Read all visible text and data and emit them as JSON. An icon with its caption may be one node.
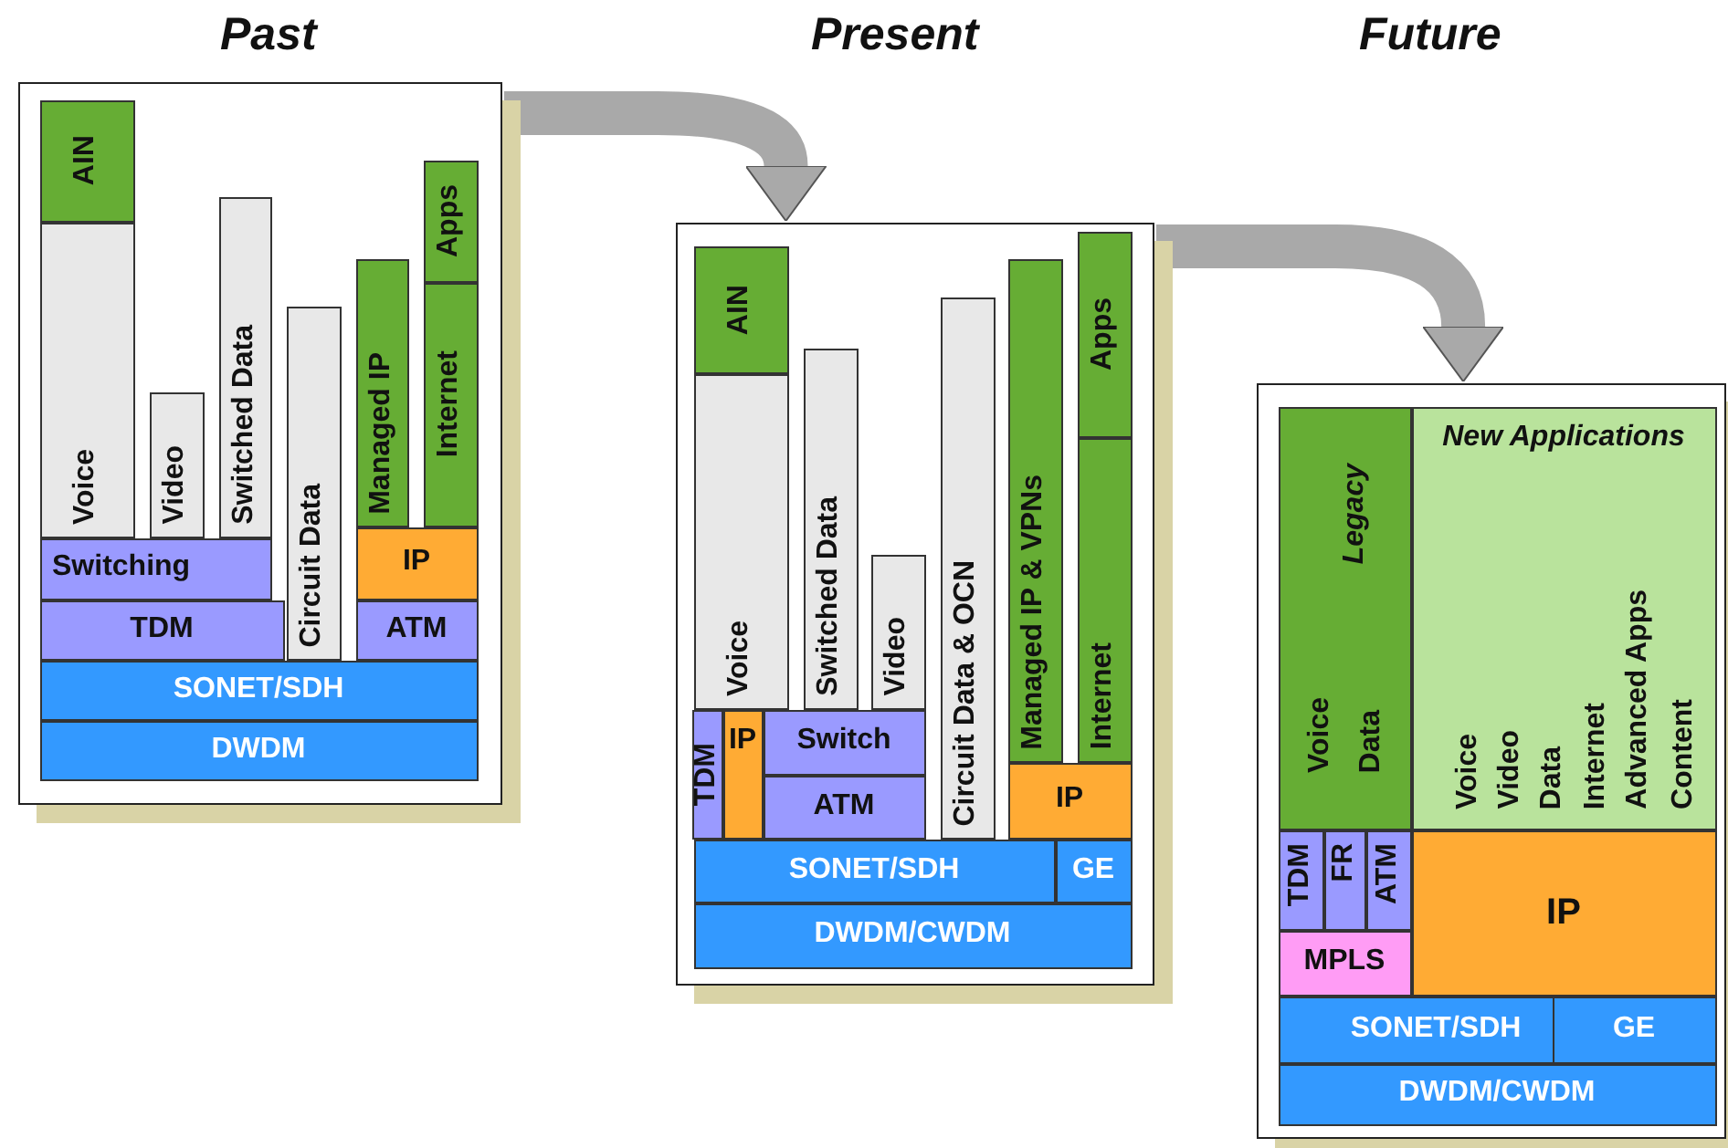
{
  "diagram": {
    "nodes": [
      {
        "text": [
          "Past"
        ]
      },
      {
        "text": [
          "AIN"
        ],
        "in": 0
      },
      {
        "text": [
          "Voice"
        ],
        "in": 0
      },
      {
        "text": [
          "Video"
        ],
        "in": 0
      },
      {
        "text": [
          "Switched Data"
        ],
        "in": 0
      },
      {
        "text": [
          "Circuit Data"
        ],
        "in": 0
      },
      {
        "text": [
          "Managed IP"
        ],
        "in": 0
      },
      {
        "text": [
          "Apps"
        ],
        "in": 0
      },
      {
        "text": [
          "Internet"
        ],
        "in": 0
      },
      {
        "text": [
          "Switching"
        ],
        "in": 0
      },
      {
        "text": [
          "IP"
        ],
        "in": 0
      },
      {
        "text": [
          "TDM"
        ],
        "in": 0
      },
      {
        "text": [
          "ATM"
        ],
        "in": 0
      },
      {
        "text": [
          "SONET/SDH"
        ],
        "in": 0
      },
      {
        "text": [
          "DWDM"
        ],
        "in": 0
      },
      {
        "text": [
          "Present"
        ]
      },
      {
        "text": [
          "AIN"
        ],
        "in": 15
      },
      {
        "text": [
          "Voice"
        ],
        "in": 15
      },
      {
        "text": [
          "Switched Data"
        ],
        "in": 15
      },
      {
        "text": [
          "Video"
        ],
        "in": 15
      },
      {
        "text": [
          "Circuit Data & OCN"
        ],
        "in": 15
      },
      {
        "text": [
          "Managed IP & VPNs"
        ],
        "in": 15
      },
      {
        "text": [
          "Apps"
        ],
        "in": 15
      },
      {
        "text": [
          "Internet"
        ],
        "in": 15
      },
      {
        "text": [
          "TDM"
        ],
        "in": 15
      },
      {
        "text": [
          "IP"
        ],
        "in": 15
      },
      {
        "text": [
          "Switch"
        ],
        "in": 15
      },
      {
        "text": [
          "IP"
        ],
        "in": 15
      },
      {
        "text": [
          "ATM"
        ],
        "in": 15
      },
      {
        "text": [
          "SONET/SDH"
        ],
        "in": 15
      },
      {
        "text": [
          "GE"
        ],
        "in": 15
      },
      {
        "text": [
          "DWDM/CWDM"
        ],
        "in": 15
      },
      {
        "text": [],
        "shape": "box"
      },
      {
        "text": [
          "Legacy",
          "Voice",
          "Data"
        ],
        "in": 32
      },
      {
        "text": [
          "New Applications",
          "Voice",
          "Video",
          "Data",
          "Internet",
          "Advanced Apps",
          "Content"
        ],
        "in": 32
      },
      {
        "text": [
          "TDM"
        ],
        "in": 32
      },
      {
        "text": [
          "FR"
        ],
        "in": 32
      },
      {
        "text": [
          "ATM"
        ],
        "in": 32
      },
      {
        "text": [
          "IP"
        ],
        "in": 32
      },
      {
        "text": [
          "MPLS"
        ],
        "in": 32
      },
      {
        "text": [
          "SONET/SDH"
        ],
        "in": 32
      },
      {
        "text": [
          "GE"
        ],
        "in": 32
      },
      {
        "text": [
          "DWDM/CWDM"
        ],
        "in": 32
      }
    ],
    "edges": [
      {
        "from": 0,
        "to": 15,
        "arrow": "to"
      },
      {
        "from": 15,
        "to": 32,
        "arrow": "to"
      }
    ],
    "labels": [
      "Future"
    ]
  }
}
